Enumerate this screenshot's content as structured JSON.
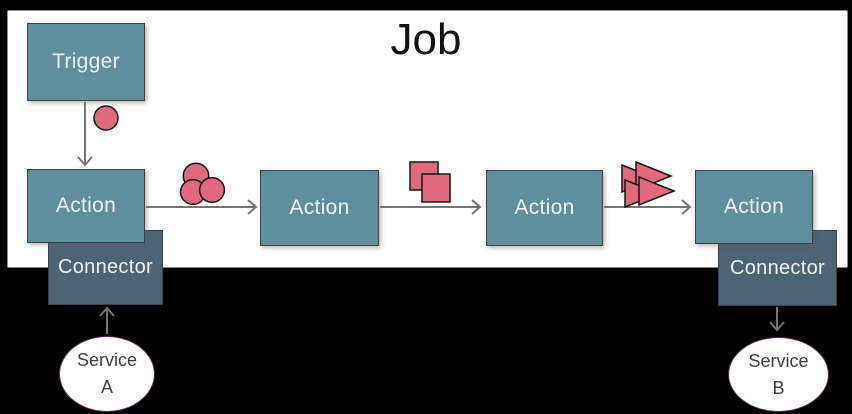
{
  "title": "Job",
  "diagram": {
    "nodes": {
      "trigger": {
        "label": "Trigger"
      },
      "actions": [
        {
          "label": "Action"
        },
        {
          "label": "Action"
        },
        {
          "label": "Action"
        },
        {
          "label": "Action"
        }
      ],
      "connectors": [
        {
          "label": "Connector"
        },
        {
          "label": "Connector"
        }
      ],
      "services": [
        {
          "line1": "Service",
          "line2": "A"
        },
        {
          "line1": "Service",
          "line2": "B"
        }
      ]
    },
    "edges": [
      {
        "from": "Trigger",
        "to": "Action 1",
        "direction": "down"
      },
      {
        "from": "Action 1",
        "to": "Action 2",
        "direction": "right"
      },
      {
        "from": "Action 2",
        "to": "Action 3",
        "direction": "right"
      },
      {
        "from": "Action 3",
        "to": "Action 4",
        "direction": "right"
      },
      {
        "from": "Service A",
        "to": "Connector A",
        "direction": "up"
      },
      {
        "from": "Connector B",
        "to": "Service B",
        "direction": "down"
      }
    ],
    "tokens": [
      {
        "name": "single-circle-token",
        "shape": "circle",
        "count": 1,
        "between": "Trigger and Action 1"
      },
      {
        "name": "triple-circle-token",
        "shape": "circle",
        "count": 3,
        "between": "Action 1 and Action 2"
      },
      {
        "name": "double-square-token",
        "shape": "square",
        "count": 2,
        "between": "Action 2 and Action 3"
      },
      {
        "name": "quad-triangle-token",
        "shape": "triangle",
        "count": 4,
        "between": "Action 3 and Action 4"
      }
    ]
  },
  "colors": {
    "canvas_bg": "#000000",
    "container_bg": "#ffffff",
    "container_border": "#8a8a8a",
    "node_fill": "#5f8e9e",
    "node_border": "#414141",
    "node_text": "#f1f1f1",
    "connector_fill": "#4d6475",
    "connector_border": "#39444e",
    "token_fill": "#e0697e",
    "token_border": "#161616",
    "arrow": "#757575",
    "service_fill": "#ffffff",
    "service_border": "#5e2b52",
    "service_text": "#3f3f3f",
    "title_text": "#111111"
  }
}
